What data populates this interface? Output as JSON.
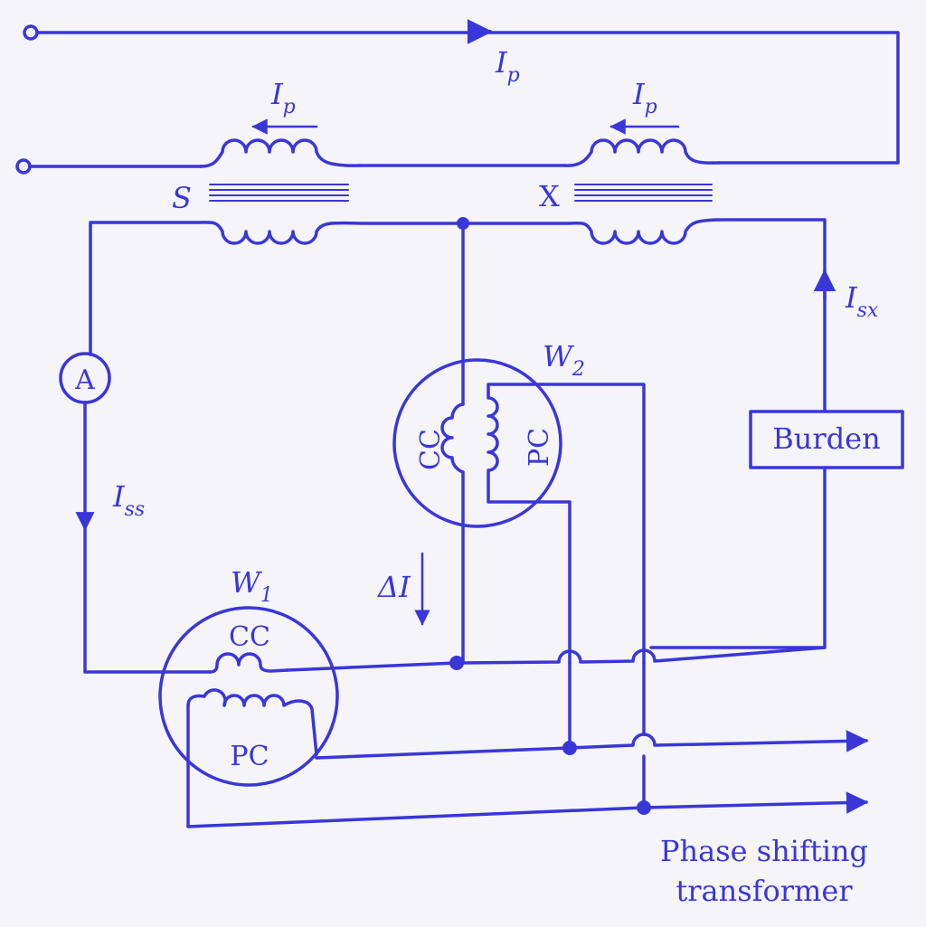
{
  "colors": {
    "ink": "#3a36d8",
    "paper": "#f4f4f9"
  },
  "top_current": {
    "symbol": "I",
    "subscript": "p"
  },
  "ct_s": {
    "label": "S",
    "current_symbol": "I",
    "current_subscript": "p"
  },
  "ct_x": {
    "label": "X",
    "current_symbol": "I",
    "current_subscript": "p"
  },
  "ammeter": {
    "label": "A"
  },
  "i_ss": {
    "symbol": "I",
    "subscript": "ss"
  },
  "i_sx": {
    "symbol": "I",
    "subscript": "sx"
  },
  "delta_i": {
    "label": "ΔI"
  },
  "burden": {
    "label": "Burden"
  },
  "w1": {
    "symbol": "W",
    "subscript": "1",
    "cc": "CC",
    "pc": "PC"
  },
  "w2": {
    "symbol": "W",
    "subscript": "2",
    "cc": "CC",
    "pc": "PC"
  },
  "phase_shifter": {
    "line1": "Phase shifting",
    "line2": "transformer"
  }
}
